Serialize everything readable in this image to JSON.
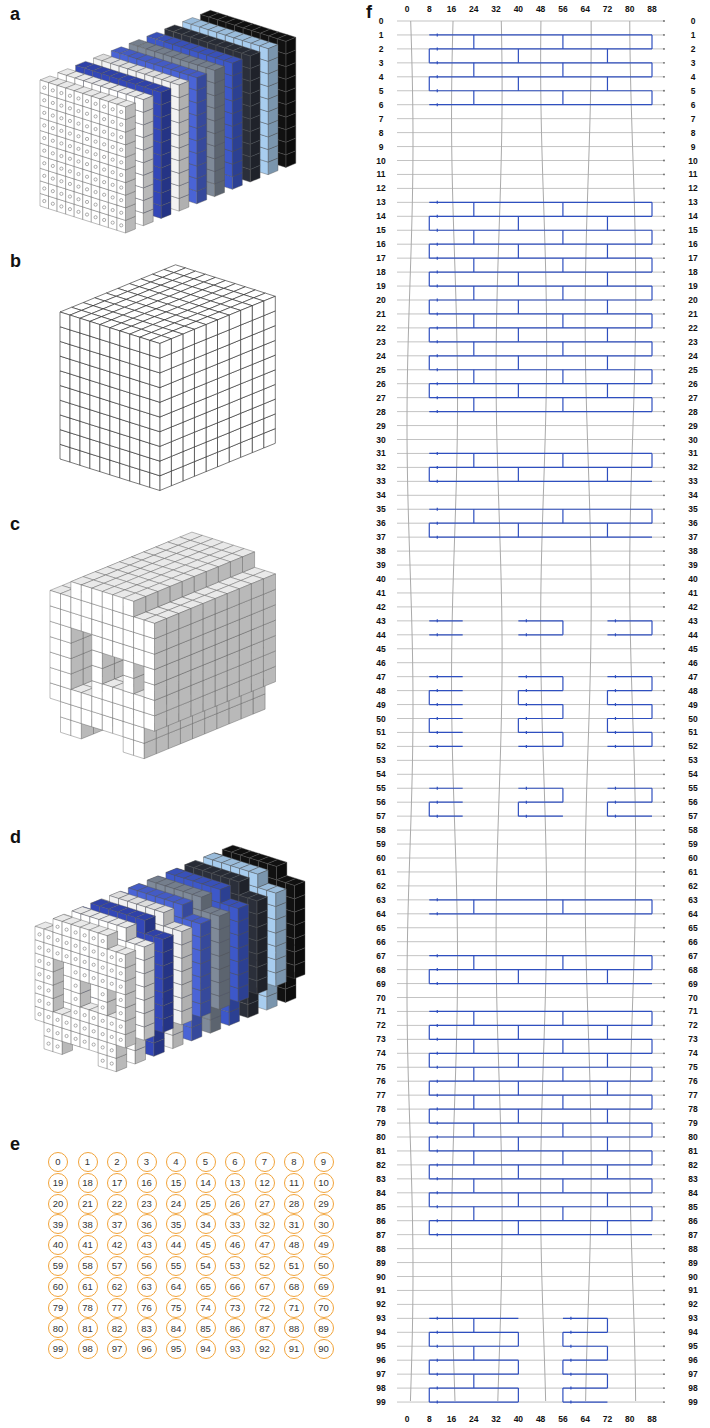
{
  "diagram": {
    "nodes": [
      {
        "text": [
          "0"
        ]
      },
      {
        "text": [
          "1"
        ]
      },
      {
        "text": [
          "2"
        ]
      },
      {
        "text": [
          "3"
        ]
      },
      {
        "text": [
          "4"
        ]
      },
      {
        "text": [
          "5"
        ]
      },
      {
        "text": [
          "6"
        ]
      },
      {
        "text": [
          "7"
        ]
      },
      {
        "text": [
          "8"
        ]
      },
      {
        "text": [
          "9"
        ]
      },
      {
        "text": [
          "19"
        ]
      },
      {
        "text": [
          "18"
        ]
      },
      {
        "text": [
          "17"
        ]
      },
      {
        "text": [
          "16"
        ]
      },
      {
        "text": [
          "15"
        ]
      },
      {
        "text": [
          "14"
        ]
      },
      {
        "text": [
          "13"
        ]
      },
      {
        "text": [
          "12"
        ]
      },
      {
        "text": [
          "11"
        ]
      },
      {
        "text": [
          "10"
        ]
      },
      {
        "text": [
          "20"
        ]
      },
      {
        "text": [
          "21"
        ]
      },
      {
        "text": [
          "22"
        ]
      },
      {
        "text": [
          "23"
        ]
      },
      {
        "text": [
          "24"
        ]
      },
      {
        "text": [
          "25"
        ]
      },
      {
        "text": [
          "26"
        ]
      },
      {
        "text": [
          "27"
        ]
      },
      {
        "text": [
          "28"
        ]
      },
      {
        "text": [
          "29"
        ]
      },
      {
        "text": [
          "39"
        ]
      },
      {
        "text": [
          "38"
        ]
      },
      {
        "text": [
          "37"
        ]
      },
      {
        "text": [
          "36"
        ]
      },
      {
        "text": [
          "35"
        ]
      },
      {
        "text": [
          "34"
        ]
      },
      {
        "text": [
          "33"
        ]
      },
      {
        "text": [
          "32"
        ]
      },
      {
        "text": [
          "31"
        ]
      },
      {
        "text": [
          "30"
        ]
      },
      {
        "text": [
          "40"
        ]
      },
      {
        "text": [
          "41"
        ]
      },
      {
        "text": [
          "42"
        ]
      },
      {
        "text": [
          "43"
        ]
      },
      {
        "text": [
          "44"
        ]
      },
      {
        "text": [
          "45"
        ]
      },
      {
        "text": [
          "46"
        ]
      },
      {
        "text": [
          "47"
        ]
      },
      {
        "text": [
          "48"
        ]
      },
      {
        "text": [
          "49"
        ]
      },
      {
        "text": [
          "59"
        ]
      },
      {
        "text": [
          "58"
        ]
      },
      {
        "text": [
          "57"
        ]
      },
      {
        "text": [
          "56"
        ]
      },
      {
        "text": [
          "55"
        ]
      },
      {
        "text": [
          "54"
        ]
      },
      {
        "text": [
          "53"
        ]
      },
      {
        "text": [
          "52"
        ]
      },
      {
        "text": [
          "51"
        ]
      },
      {
        "text": [
          "50"
        ]
      },
      {
        "text": [
          "60"
        ]
      },
      {
        "text": [
          "61"
        ]
      },
      {
        "text": [
          "62"
        ]
      },
      {
        "text": [
          "63"
        ]
      },
      {
        "text": [
          "64"
        ]
      },
      {
        "text": [
          "65"
        ]
      },
      {
        "text": [
          "66"
        ]
      },
      {
        "text": [
          "67"
        ]
      },
      {
        "text": [
          "68"
        ]
      },
      {
        "text": [
          "69"
        ]
      },
      {
        "text": [
          "79"
        ]
      },
      {
        "text": [
          "78"
        ]
      },
      {
        "text": [
          "77"
        ]
      },
      {
        "text": [
          "76"
        ]
      },
      {
        "text": [
          "75"
        ]
      },
      {
        "text": [
          "74"
        ]
      },
      {
        "text": [
          "73"
        ]
      },
      {
        "text": [
          "72"
        ]
      },
      {
        "text": [
          "71"
        ]
      },
      {
        "text": [
          "70"
        ]
      },
      {
        "text": [
          "80"
        ]
      },
      {
        "text": [
          "81"
        ]
      },
      {
        "text": [
          "82"
        ]
      },
      {
        "text": [
          "83"
        ]
      },
      {
        "text": [
          "84"
        ]
      },
      {
        "text": [
          "85"
        ]
      },
      {
        "text": [
          "86"
        ]
      },
      {
        "text": [
          "87"
        ]
      },
      {
        "text": [
          "88"
        ]
      },
      {
        "text": [
          "89"
        ]
      },
      {
        "text": [
          "99"
        ]
      },
      {
        "text": [
          "98"
        ]
      },
      {
        "text": [
          "97"
        ]
      },
      {
        "text": [
          "96"
        ]
      },
      {
        "text": [
          "95"
        ]
      },
      {
        "text": [
          "94"
        ]
      },
      {
        "text": [
          "93"
        ]
      },
      {
        "text": [
          "92"
        ]
      },
      {
        "text": [
          "91"
        ]
      },
      {
        "text": [
          "90"
        ]
      }
    ],
    "labels": [
      "a",
      "b",
      "c",
      "d",
      "e",
      "f",
      "0",
      "8",
      "16",
      "24",
      "32",
      "40",
      "48",
      "56",
      "64",
      "72",
      "80",
      "88",
      "0",
      "1",
      "2",
      "3",
      "4",
      "5",
      "6",
      "7",
      "8",
      "9",
      "10",
      "11",
      "12",
      "13",
      "14",
      "15",
      "16",
      "17",
      "18",
      "19",
      "20",
      "21",
      "22",
      "23",
      "24",
      "25",
      "26",
      "27",
      "28",
      "29",
      "30",
      "31",
      "32",
      "33",
      "34",
      "35",
      "36",
      "37",
      "38",
      "39",
      "40",
      "41",
      "42",
      "43",
      "44",
      "45",
      "46",
      "47",
      "48",
      "49",
      "50",
      "51",
      "52",
      "53",
      "54",
      "55",
      "56",
      "57",
      "58",
      "59",
      "60",
      "61",
      "62",
      "63",
      "64",
      "65",
      "66",
      "67",
      "68",
      "69",
      "70",
      "71",
      "72",
      "73",
      "74",
      "75",
      "76",
      "77",
      "78",
      "79",
      "80",
      "81",
      "82",
      "83",
      "84",
      "85",
      "86",
      "87",
      "88",
      "89",
      "90",
      "91",
      "92",
      "93",
      "94",
      "95",
      "96",
      "97",
      "98",
      "99",
      "0",
      "1",
      "2",
      "3",
      "4",
      "5",
      "6",
      "7",
      "8",
      "9",
      "10",
      "11",
      "12",
      "13",
      "14",
      "15",
      "16",
      "17",
      "18",
      "19",
      "20",
      "21",
      "22",
      "23",
      "24",
      "25",
      "26",
      "27",
      "28",
      "29",
      "30",
      "31",
      "32",
      "33",
      "34",
      "35",
      "36",
      "37",
      "38",
      "39",
      "40",
      "41",
      "42",
      "43",
      "44",
      "45",
      "46",
      "47",
      "48",
      "49",
      "50",
      "51",
      "52",
      "53",
      "54",
      "55",
      "56",
      "57",
      "58",
      "59",
      "60",
      "61",
      "62",
      "63",
      "64",
      "65",
      "66",
      "67",
      "68",
      "69",
      "70",
      "71",
      "72",
      "73",
      "74",
      "75",
      "76",
      "77",
      "78",
      "79",
      "80",
      "81",
      "82",
      "83",
      "84",
      "85",
      "86",
      "87",
      "88",
      "89",
      "90",
      "91",
      "92",
      "93",
      "94",
      "95",
      "96",
      "97",
      "98",
      "99",
      "0",
      "8",
      "16",
      "24",
      "32",
      "40",
      "48",
      "56",
      "64",
      "72",
      "80",
      "88"
    ]
  }
}
